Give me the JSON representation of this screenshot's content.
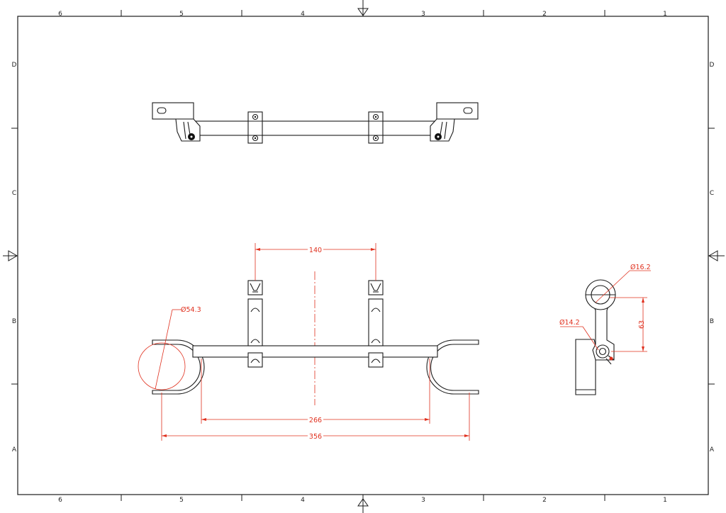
{
  "sheet": {
    "columns": [
      "6",
      "5",
      "4",
      "3",
      "2",
      "1"
    ],
    "rows": [
      "D",
      "C",
      "B",
      "A"
    ]
  },
  "dimensions": {
    "clamp_spacing": "140",
    "inner_span": "266",
    "overall_span": "356",
    "ring_diameter": "Ø54.3",
    "tube_diameter": "Ø16.2",
    "pin_diameter": "Ø14.2",
    "side_height": "63"
  },
  "colors": {
    "outline": "#1a1a1a",
    "dimension": "#e0301e",
    "background": "#ffffff"
  }
}
